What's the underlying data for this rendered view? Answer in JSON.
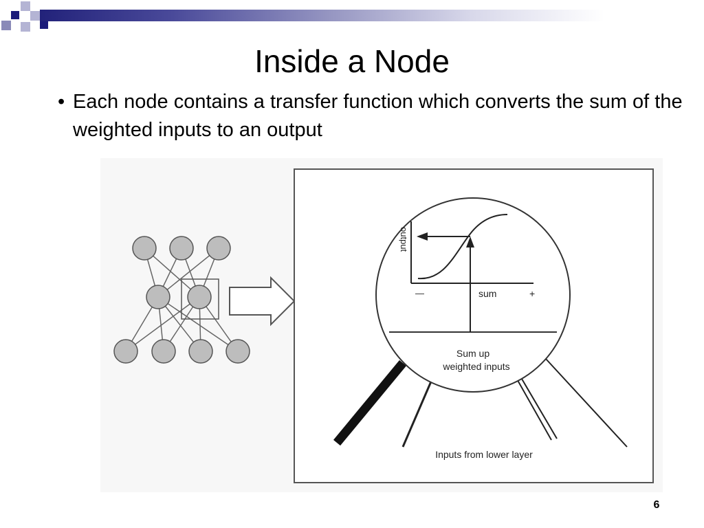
{
  "slide": {
    "title": "Inside a Node",
    "bullet_glyph": "•",
    "bullet_text": "Each node contains a transfer function which converts the sum of the weighted inputs to an output",
    "page_number": "6"
  },
  "figure": {
    "y_axis_label": "output",
    "x_axis_label": "sum",
    "x_minus_label": "—",
    "x_plus_label": "+",
    "summation_label_line1": "Sum up",
    "summation_label_line2": "weighted inputs",
    "inputs_label": "Inputs from lower layer"
  },
  "colors": {
    "brand_dark": "#1b1b7a",
    "brand_light": "#8a8ab8",
    "node_fill": "#bdbdbd"
  }
}
